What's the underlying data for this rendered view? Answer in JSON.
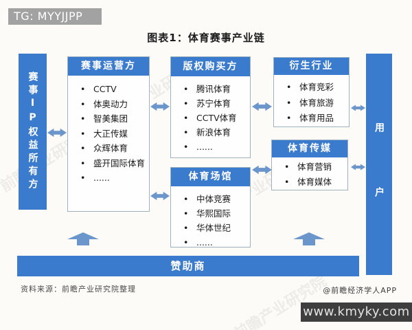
{
  "header": {
    "tg_label": "TG: MYYJJPP",
    "title": "图表1：体育赛事产业链"
  },
  "chain": {
    "left_bar": "赛事IP权益所有方",
    "right_bar": "用户",
    "bottom_bar": "赞助商",
    "boxes": [
      {
        "title": "赛事运营方",
        "items": [
          "CCTV",
          "体奥动力",
          "智美集团",
          "大正传媒",
          "众辉体育",
          "盛开国际体育",
          "......"
        ]
      },
      {
        "title": "版权购买方",
        "items": [
          "腾讯体育",
          "苏宁体育",
          "CCTV体育",
          "新浪体育",
          "......"
        ]
      },
      {
        "title": "体育场馆",
        "items": [
          "中体竞赛",
          "华熙国际",
          "华体世纪",
          "......"
        ]
      },
      {
        "title": "衍生行业",
        "items": [
          "体育竞彩",
          "体育旅游",
          "体育用品"
        ]
      },
      {
        "title": "体育传媒",
        "items": [
          "体育营销",
          "体育媒体"
        ]
      }
    ]
  },
  "footer": {
    "source": "资料来源：前瞻产业研究院整理",
    "credit": "@前瞻经济学人APP",
    "site": "www.kmyky.com"
  },
  "watermark": "前瞻产业研究院",
  "colors": {
    "accent_blue": "#3b7bce",
    "arrow_blue": "#6b96cc",
    "badge_gray": "#a2a2a2",
    "site_bar_dark": "#3e3e3e"
  }
}
